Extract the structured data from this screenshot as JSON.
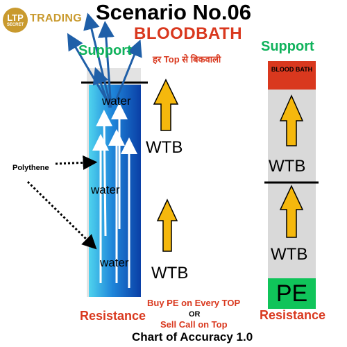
{
  "header": {
    "logo_text_top": "LTP",
    "logo_text_bottom": "SECRET",
    "brand": "TRADING",
    "title": "Scenario No.06",
    "subtitle": "BLOODBATH",
    "hindi_text": "हर Top से बिकवाली"
  },
  "left_column": {
    "support_label": "Support",
    "resistance_label": "Resistance",
    "water_labels": [
      "water",
      "water",
      "water"
    ],
    "polythene_label": "Polythene",
    "wtb_labels": [
      "WTB",
      "WTB"
    ]
  },
  "right_column": {
    "support_label": "Support",
    "resistance_label": "Resistance",
    "bloodbath_box": "BLOOD BATH",
    "pe_box": "PE",
    "wtb_labels": [
      "WTB",
      "WTB"
    ]
  },
  "notes": {
    "line1": "Buy  PE on Every TOP",
    "or": "OR",
    "line2": "Sell  Call on Top"
  },
  "footer": "Chart of Accuracy 1.0",
  "colors": {
    "accent_red": "#d9381e",
    "support_green": "#0fb25b",
    "pe_green": "#10c45a",
    "arrow_yellow": "#f5b80d",
    "gold": "#c99a2e",
    "water_blue": "#0b63c9",
    "column_gray": "#d9d9d9"
  }
}
